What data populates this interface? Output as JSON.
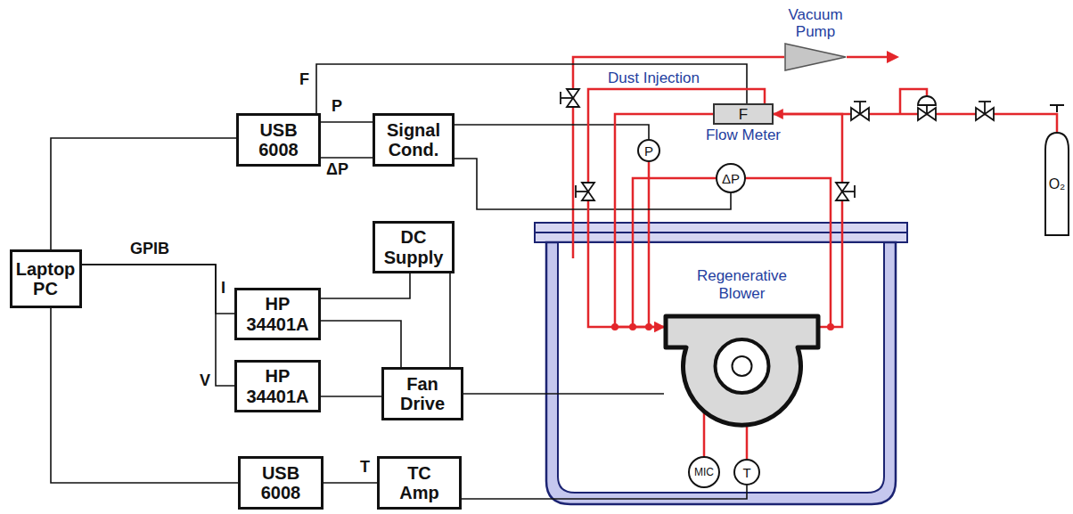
{
  "diagram": {
    "nodes": [
      {
        "text": [
          "Laptop PC"
        ]
      },
      {
        "text": [
          "USB 6008"
        ]
      },
      {
        "text": [
          "Signal Cond."
        ]
      },
      {
        "text": [
          "DC Supply"
        ]
      },
      {
        "text": [
          "HP 34401A"
        ]
      },
      {
        "text": [
          "HP 34401A"
        ]
      },
      {
        "text": [
          "Fan Drive"
        ]
      },
      {
        "text": [
          "USB 6008"
        ]
      },
      {
        "text": [
          "TC Amp"
        ]
      },
      {
        "text": [
          "Vacuum Pump"
        ]
      },
      {
        "text": [
          "F",
          "Flow Meter"
        ]
      },
      {
        "text": [
          "P"
        ]
      },
      {
        "text": [
          "ΔP"
        ]
      },
      {
        "text": [
          "Regenerative Blower"
        ]
      },
      {
        "text": [
          "MIC"
        ]
      },
      {
        "text": [
          "T"
        ]
      },
      {
        "text": [
          "O₂"
        ]
      }
    ],
    "edges": [
      {
        "from": 0,
        "to": 1,
        "arrow": "none"
      },
      {
        "from": 0,
        "to": 4,
        "arrow": "none"
      },
      {
        "from": 0,
        "to": 5,
        "arrow": "none"
      },
      {
        "from": 0,
        "to": 7,
        "arrow": "none"
      },
      {
        "from": 1,
        "to": 10,
        "arrow": "none"
      },
      {
        "from": 1,
        "to": 2,
        "arrow": "none"
      },
      {
        "from": 1,
        "to": 2,
        "arrow": "none"
      },
      {
        "from": 2,
        "to": 11,
        "arrow": "none"
      },
      {
        "from": 2,
        "to": 12,
        "arrow": "none"
      },
      {
        "from": 3,
        "to": 4,
        "arrow": "none"
      },
      {
        "from": 3,
        "to": 6,
        "arrow": "none"
      },
      {
        "from": 4,
        "to": 6,
        "arrow": "none"
      },
      {
        "from": 5,
        "to": 6,
        "arrow": "none"
      },
      {
        "from": 6,
        "to": 13,
        "arrow": "none"
      },
      {
        "from": 7,
        "to": 8,
        "arrow": "none"
      },
      {
        "from": 8,
        "to": 15,
        "arrow": "none"
      },
      {
        "from": 10,
        "to": 13,
        "arrow": "to",
        "label": "Dust Injection"
      },
      {
        "from": 10,
        "to": 13,
        "arrow": "to"
      },
      {
        "from": 13,
        "to": 10,
        "arrow": "to"
      },
      {
        "from": 13,
        "to": 14,
        "arrow": "none"
      },
      {
        "from": 13,
        "to": 15,
        "arrow": "none"
      },
      {
        "from": 10,
        "to": 16,
        "arrow": "none"
      }
    ],
    "labels": [
      "F",
      "P",
      "ΔP",
      "GPIB",
      "I",
      "V",
      "T"
    ]
  }
}
